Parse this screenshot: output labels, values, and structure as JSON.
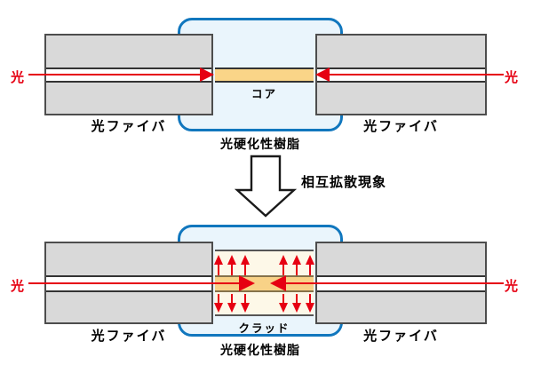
{
  "colors": {
    "light_red": "#e60012",
    "resin_border_blue": "#1177be",
    "resin_fill_blue": "#eaf5fc",
    "fiber_gray": "#d9d9d9",
    "fiber_border_gray": "#4d4d4d",
    "core_orange": "#fad588",
    "clad_cream": "#fdf8e8"
  },
  "before": {
    "light_label_left": "光",
    "light_label_right": "光",
    "fiber_label_left": "光ファイバ",
    "fiber_label_right": "光ファイバ",
    "core_label": "コア",
    "resin_label": "光硬化性樹脂"
  },
  "transition": {
    "arrow_label": "相互拡散現象"
  },
  "after": {
    "light_label_left": "光",
    "light_label_right": "光",
    "fiber_label_left": "光ファイバ",
    "fiber_label_right": "光ファイバ",
    "clad_label": "クラッド",
    "resin_label": "光硬化性樹脂"
  }
}
